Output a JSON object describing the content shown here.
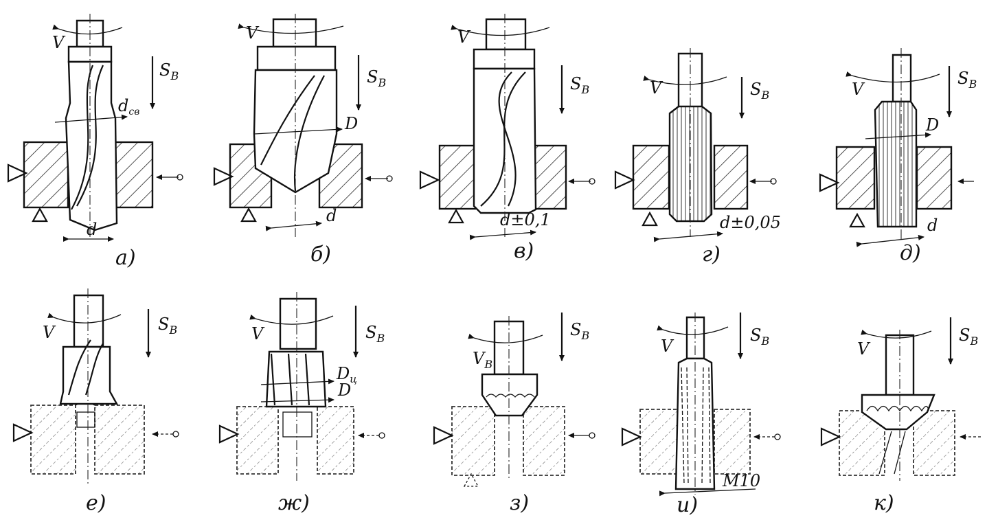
{
  "panels": [
    {
      "id": "a",
      "caption": "а)",
      "v_label": "V",
      "s_label": "S",
      "s_sub": "B",
      "dim_labels": [
        "d",
        "d"
      ],
      "dim_subs": [
        "св",
        ""
      ]
    },
    {
      "id": "b",
      "caption": "б)",
      "v_label": "V",
      "s_label": "S",
      "s_sub": "B",
      "dim_labels": [
        "D",
        "d"
      ],
      "dim_subs": [
        "",
        ""
      ]
    },
    {
      "id": "v",
      "caption": "в)",
      "v_label": "V",
      "s_label": "S",
      "s_sub": "B",
      "dim_labels": [
        "d±0,1"
      ],
      "dim_subs": [
        ""
      ]
    },
    {
      "id": "g",
      "caption": "г)",
      "v_label": "V",
      "s_label": "S",
      "s_sub": "B",
      "dim_labels": [
        "d±0,05"
      ],
      "dim_subs": [
        ""
      ]
    },
    {
      "id": "d",
      "caption": "д)",
      "v_label": "V",
      "s_label": "S",
      "s_sub": "B",
      "dim_labels": [
        "D",
        "d"
      ],
      "dim_subs": [
        "",
        ""
      ]
    },
    {
      "id": "e",
      "caption": "е)",
      "v_label": "V",
      "s_label": "S",
      "s_sub": "B",
      "dim_labels": [],
      "dim_subs": []
    },
    {
      "id": "zh",
      "caption": "ж)",
      "v_label": "V",
      "s_label": "S",
      "s_sub": "B",
      "dim_labels": [
        "D",
        "D"
      ],
      "dim_subs": [
        "ц",
        ""
      ]
    },
    {
      "id": "z",
      "caption": "з)",
      "v_label": "V",
      "v_sub": "B",
      "s_label": "S",
      "s_sub": "B",
      "dim_labels": [],
      "dim_subs": []
    },
    {
      "id": "i",
      "caption": "и)",
      "v_label": "V",
      "s_label": "S",
      "s_sub": "B",
      "dim_labels": [
        "M10"
      ],
      "dim_subs": [
        ""
      ]
    },
    {
      "id": "k",
      "caption": "к)",
      "v_label": "V",
      "s_label": "S",
      "s_sub": "B",
      "dim_labels": [],
      "dim_subs": []
    }
  ]
}
